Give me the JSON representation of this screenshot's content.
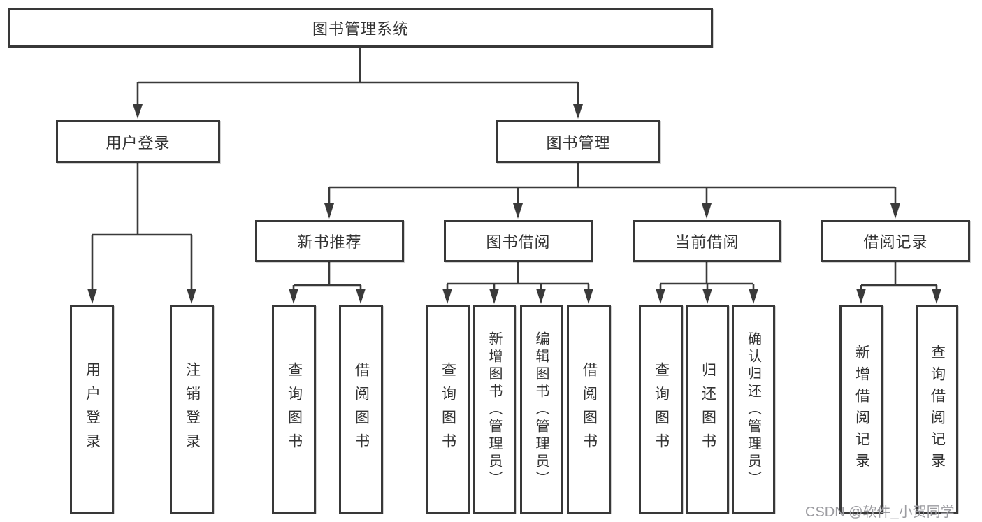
{
  "tree": {
    "root": {
      "label": "图书管理系统"
    },
    "level2": [
      {
        "label": "用户登录",
        "children": [
          {
            "label": "用户登录"
          },
          {
            "label": "注销登录"
          }
        ]
      },
      {
        "label": "图书管理",
        "children": [
          {
            "label": "新书推荐",
            "children": [
              {
                "label": "查询图书"
              },
              {
                "label": "借阅图书"
              }
            ]
          },
          {
            "label": "图书借阅",
            "children": [
              {
                "label": "查询图书"
              },
              {
                "label": "新增图书（管理员）"
              },
              {
                "label": "编辑图书（管理员）"
              },
              {
                "label": "借阅图书"
              }
            ]
          },
          {
            "label": "当前借阅",
            "children": [
              {
                "label": "查询图书"
              },
              {
                "label": "归还图书"
              },
              {
                "label": "确认归还（管理员）"
              }
            ]
          },
          {
            "label": "借阅记录",
            "children": [
              {
                "label": "新增借阅记录"
              },
              {
                "label": "查询借阅记录"
              }
            ]
          }
        ]
      }
    ]
  },
  "watermark": {
    "text": "CSDN @软件_小贺同学"
  },
  "colors": {
    "line": "#3a3a3a",
    "border": "#383838",
    "text": "#333333",
    "watermark": "#9c9ca1",
    "background": "#ffffff"
  }
}
